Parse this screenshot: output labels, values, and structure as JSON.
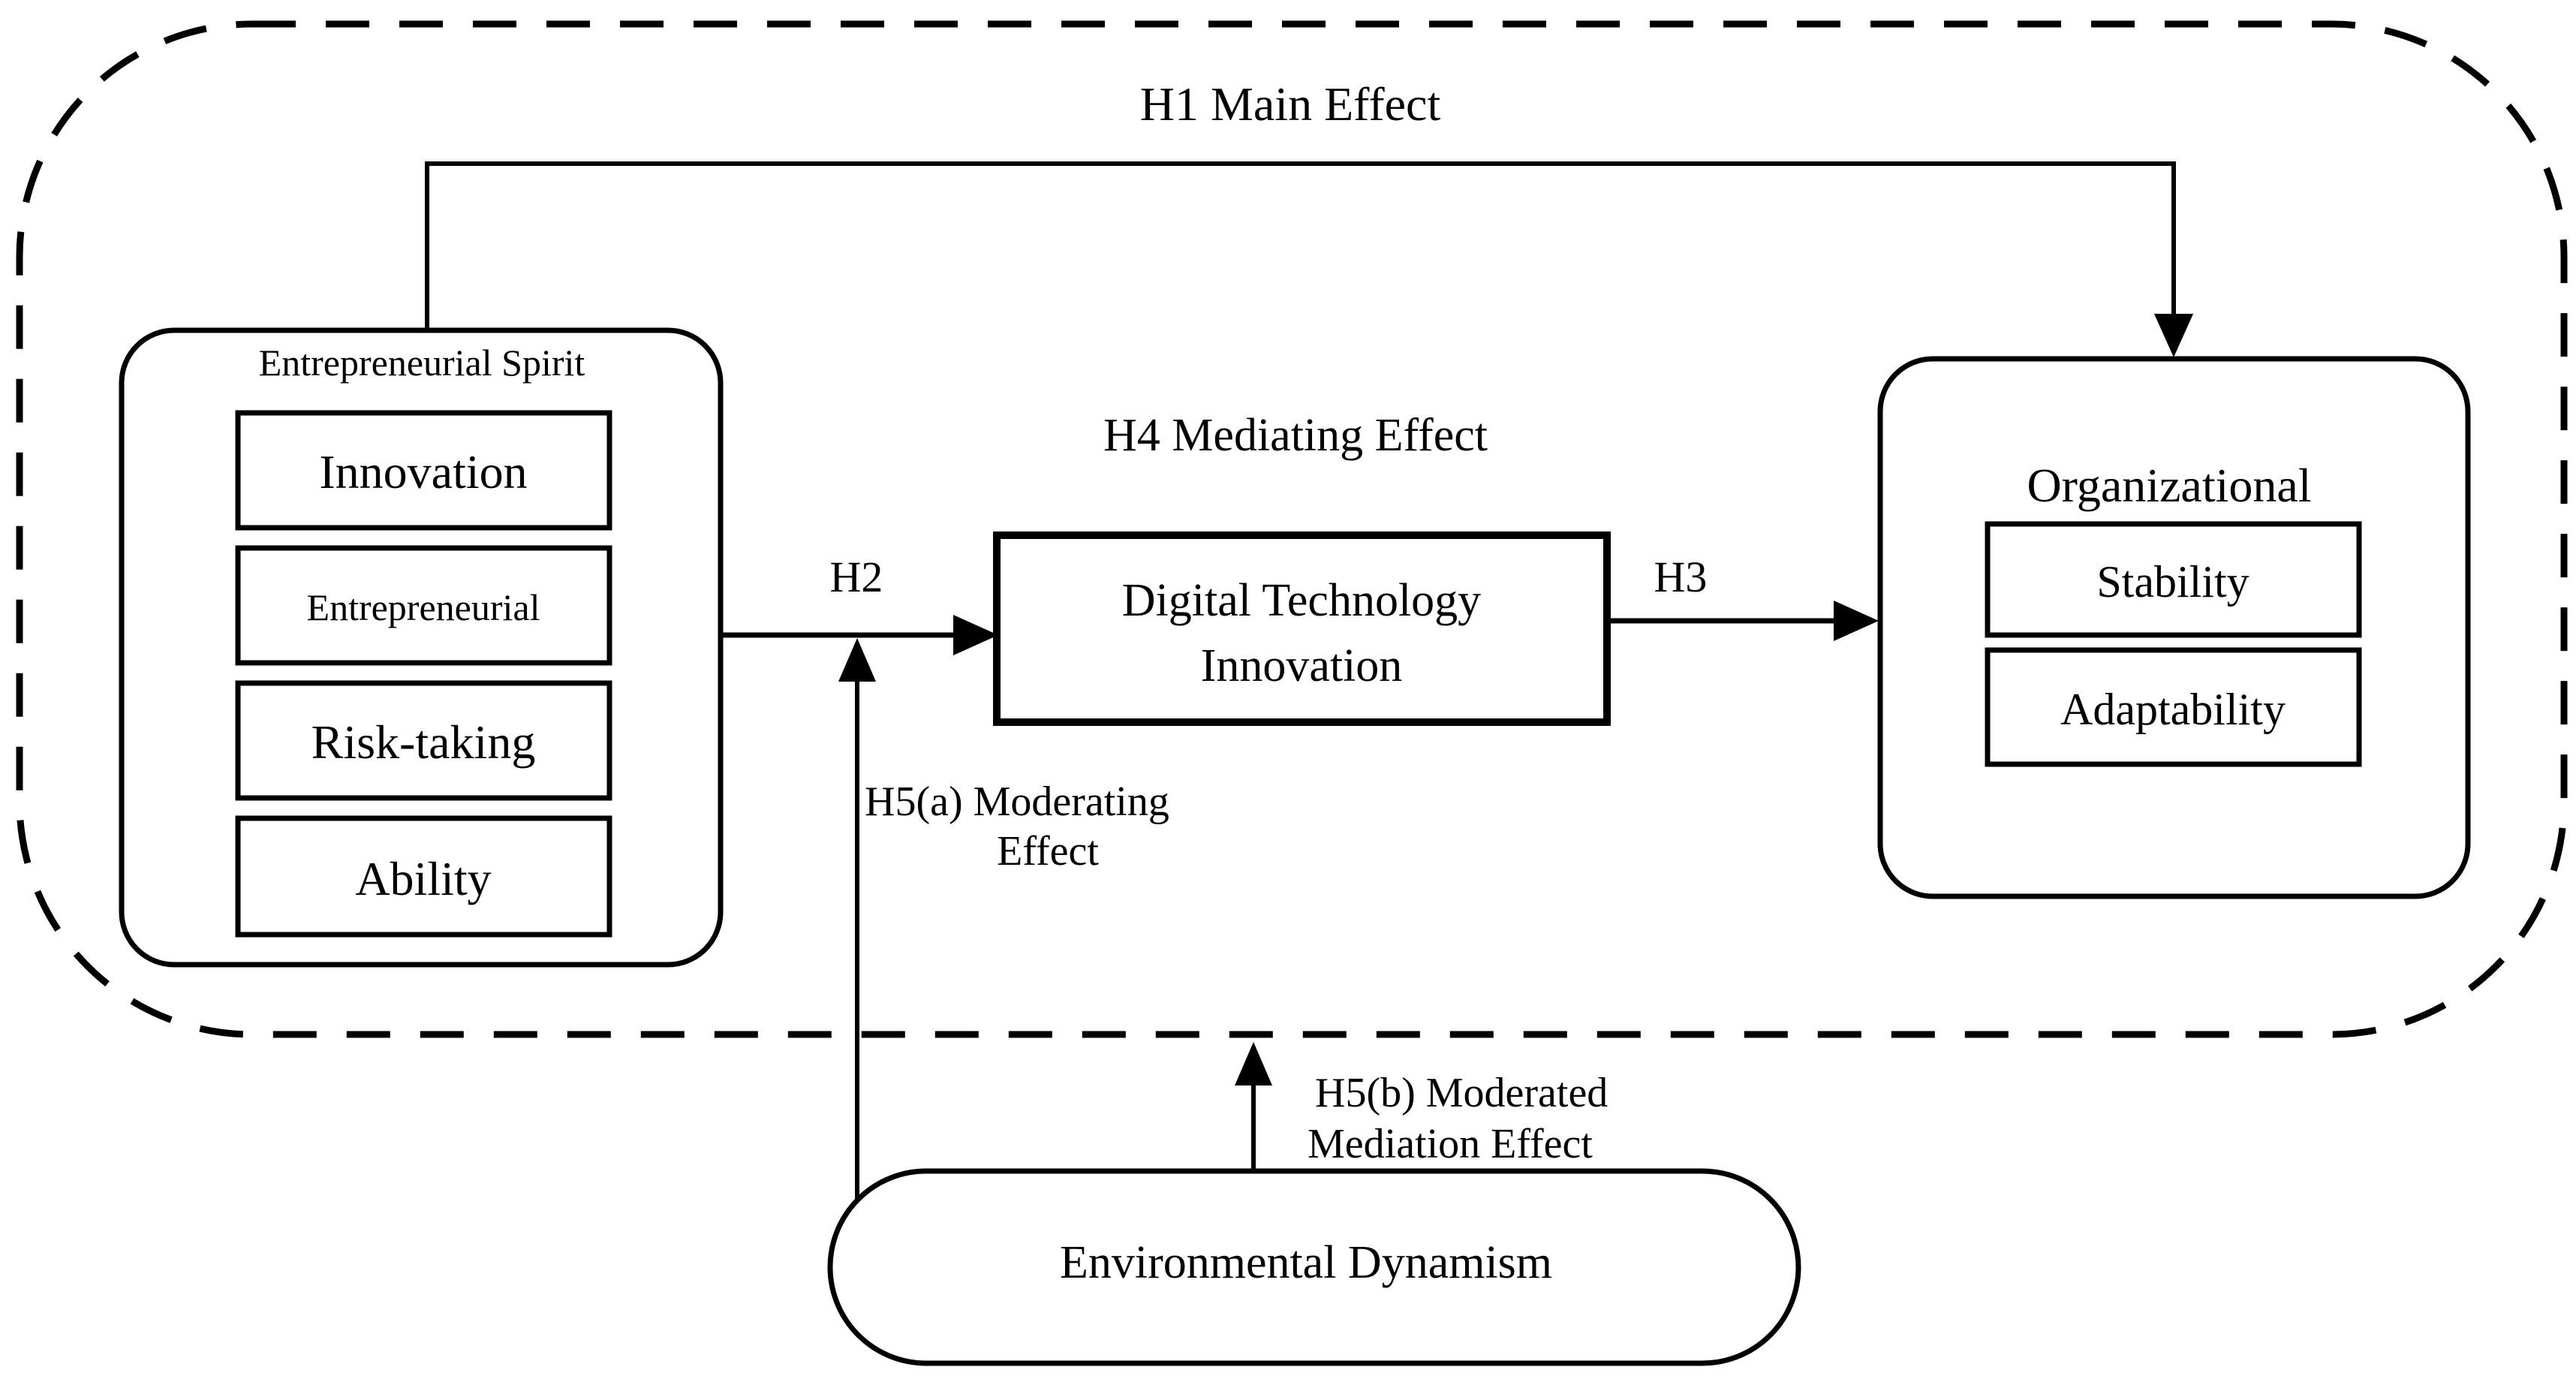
{
  "figure": {
    "description": "Hypothesis model diagram",
    "background_color": "#ffffff",
    "line_color": "#000000"
  },
  "effects": {
    "h1": "H1 Main Effect",
    "h2": "H2",
    "h3": "H3",
    "h4": "H4 Mediating Effect",
    "h5a_line1": "H5(a) Moderating",
    "h5a_line2": "Effect",
    "h5b_line1": "H5(b) Moderated",
    "h5b_line2": "Mediation Effect"
  },
  "nodes": {
    "entrepreneurial_spirit": {
      "title": "Entrepreneurial Spirit",
      "items": [
        "Innovation",
        "Entrepreneurial",
        "Risk-taking",
        "Ability"
      ]
    },
    "digital_technology_innovation": {
      "line1": "Digital Technology",
      "line2": "Innovation"
    },
    "organizational": {
      "title": "Organizational",
      "items": [
        "Stability",
        "Adaptability"
      ]
    },
    "environmental_dynamism": {
      "title": "Environmental Dynamism"
    }
  }
}
